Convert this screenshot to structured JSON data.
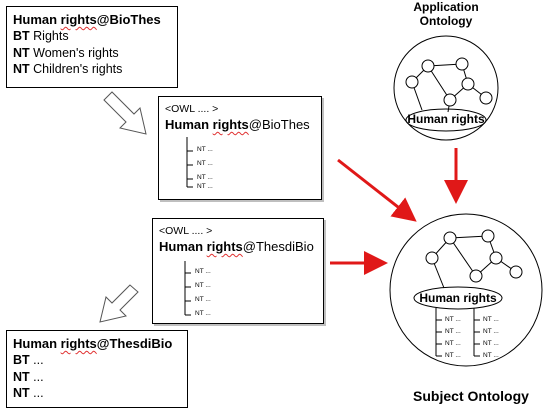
{
  "biothes_box": {
    "title_prefix": "Human ",
    "title_term": "rights",
    "title_suffix": "@BioThes",
    "lines": [
      {
        "tag": "BT",
        "text": "Rights"
      },
      {
        "tag": "NT",
        "text": "Women's rights"
      },
      {
        "tag": "NT",
        "text": "Children's rights"
      }
    ]
  },
  "owl_biothes": {
    "header": "<OWL .... >",
    "title_prefix": "Human ",
    "title_term": "rights",
    "title_suffix": "@BioThes",
    "nt_items": [
      "NT ...",
      "NT ...",
      "NT ...",
      "NT ..."
    ]
  },
  "owl_thesdibio": {
    "header": "<OWL .... >",
    "title_prefix": "Human ",
    "title_term": "rights",
    "title_suffix": "@ThesdiBio",
    "nt_items": [
      "NT ...",
      "NT ...",
      "NT ...",
      "NT ..."
    ]
  },
  "thesdibio_box": {
    "title_prefix": "Human ",
    "title_term": "rights",
    "title_suffix": "@ThesdiBio",
    "lines": [
      {
        "tag": "BT",
        "text": "..."
      },
      {
        "tag": "NT",
        "text": "..."
      },
      {
        "tag": "NT",
        "text": "..."
      }
    ]
  },
  "application_ontology": {
    "label_line1": "Application",
    "label_line2": "Ontology",
    "inner_label": "Human rights"
  },
  "subject_ontology": {
    "label": "Subject Ontology",
    "inner_label": "Human rights",
    "nt_left": [
      "NT ...",
      "NT ...",
      "NT ...",
      "NT ..."
    ],
    "nt_right": [
      "NT ...",
      "NT ...",
      "NT ...",
      "NT ..."
    ]
  },
  "colors": {
    "arrow": "#e01818",
    "border": "#000000"
  }
}
